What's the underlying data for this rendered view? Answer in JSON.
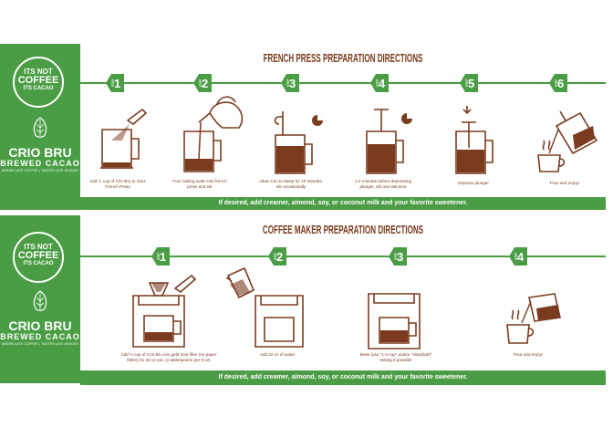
{
  "brand": {
    "circle_line1": "ITS NOT",
    "circle_line2": "COFFEE",
    "circle_line3": "ITS CACAO",
    "name": "CRIO BRU",
    "sub": "BREWED CACAO",
    "tagline": "BREWS LIKE COFFEE | TASTES LIKE HEAVEN"
  },
  "french_press": {
    "title": "FRENCH PRESS PREPARATION DIRECTIONS",
    "steps": [
      {
        "label": "STEP",
        "num": "1",
        "caption": "Add ½ cup of Crio Bru to 32oz French Press"
      },
      {
        "label": "STEP",
        "num": "2",
        "caption": "Pour boiling water into french press and stir"
      },
      {
        "label": "STEP",
        "num": "3",
        "caption": "Allow Crio to steep for 10 minutes, stir occasionally"
      },
      {
        "label": "STEP",
        "num": "4",
        "caption": "1-2 minutes before depressing plunger, stir one last time"
      },
      {
        "label": "STEP",
        "num": "5",
        "caption": "Depress plunger"
      },
      {
        "label": "STEP",
        "num": "6",
        "caption": "Pour and enjoy!"
      }
    ],
    "footer": "If desired, add creamer, almond, soy, or coconut milk and your favorite sweetener."
  },
  "coffee_maker": {
    "title": "COFFEE MAKER PREPARATION DIRECTIONS",
    "steps": [
      {
        "label": "STEP",
        "num": "1",
        "caption": "Add ½ cup of Crio Bru into gold tone filter (no paper filters) for 32 oz pot. (2 tablespoons per 6 oz)"
      },
      {
        "label": "STEP",
        "num": "2",
        "caption": "Add 32 oz of water"
      },
      {
        "label": "STEP",
        "num": "3",
        "caption": "Brew (use \"1-4 cup\" and/or \"slow/bold\" setting if possible"
      },
      {
        "label": "STEP",
        "num": "4",
        "caption": "Pour and enjoy!"
      }
    ],
    "footer": "If desired, add creamer, almond, soy, or coconut milk and your favorite sweetener."
  },
  "colors": {
    "green": "#4a9d44",
    "brown": "#7a3b1f",
    "white": "#ffffff"
  }
}
